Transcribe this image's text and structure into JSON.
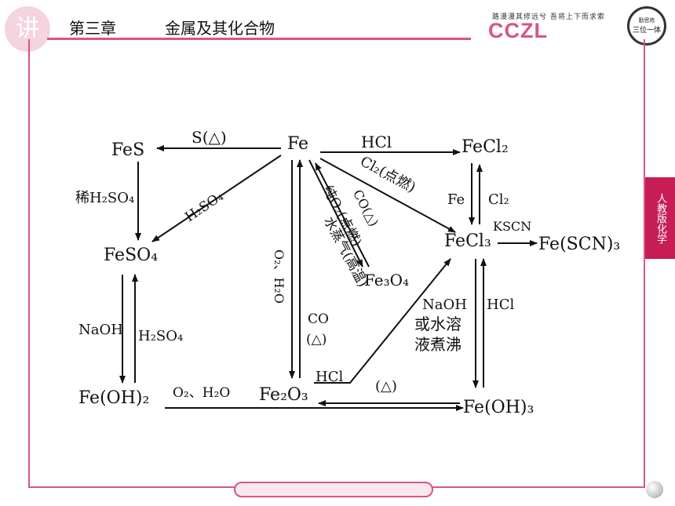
{
  "header": {
    "logo_char": "讲",
    "chapter": "第三章",
    "title": "金属及其化合物",
    "brand_slogan": "路漫漫其修远兮 吾将上下而求索",
    "brand": "CCZL",
    "badge_top": "勤思练",
    "badge_main": "三位一体"
  },
  "side_tab": "人教版化学",
  "diagram": {
    "nodes": {
      "fes": "FeS",
      "fe": "Fe",
      "fecl2": "FeCl₂",
      "feso4": "FeSO₄",
      "fecl3": "FeCl₃",
      "fescn3": "Fe(SCN)₃",
      "fe3o4": "Fe₃O₄",
      "feoh2": "Fe(OH)₂",
      "fe2o3": "Fe₂O₃",
      "feoh3": "Fe(OH)₃"
    },
    "labels": {
      "s_heat": "S(△)",
      "hcl_top": "HCl",
      "dilute_h2so4": "稀H₂SO₄",
      "h2so4_diag": "H₂SO₄",
      "cl2_ignite": "Cl₂(点燃)",
      "fe_reduce": "Fe",
      "cl2_oxid": "Cl₂",
      "kscn": "KSCN",
      "co_heat": "CO(△)",
      "o2_ignite": "纯O₂(点燃)",
      "steam": "水蒸气(高温)",
      "o2_h2o_vert": "O₂、H₂O",
      "naoh_left": "NaOH",
      "h2so4_left": "H₂SO₄",
      "co_heat2": "CO",
      "heat2": "(△)",
      "naoh_right": "NaOH",
      "or_water": "或水溶",
      "liquid_boil": "液煮沸",
      "hcl_right": "HCl",
      "hcl_bottom": "HCl",
      "o2_h2o_bottom": "O₂、H₂O",
      "heat_bottom": "(△)"
    }
  }
}
